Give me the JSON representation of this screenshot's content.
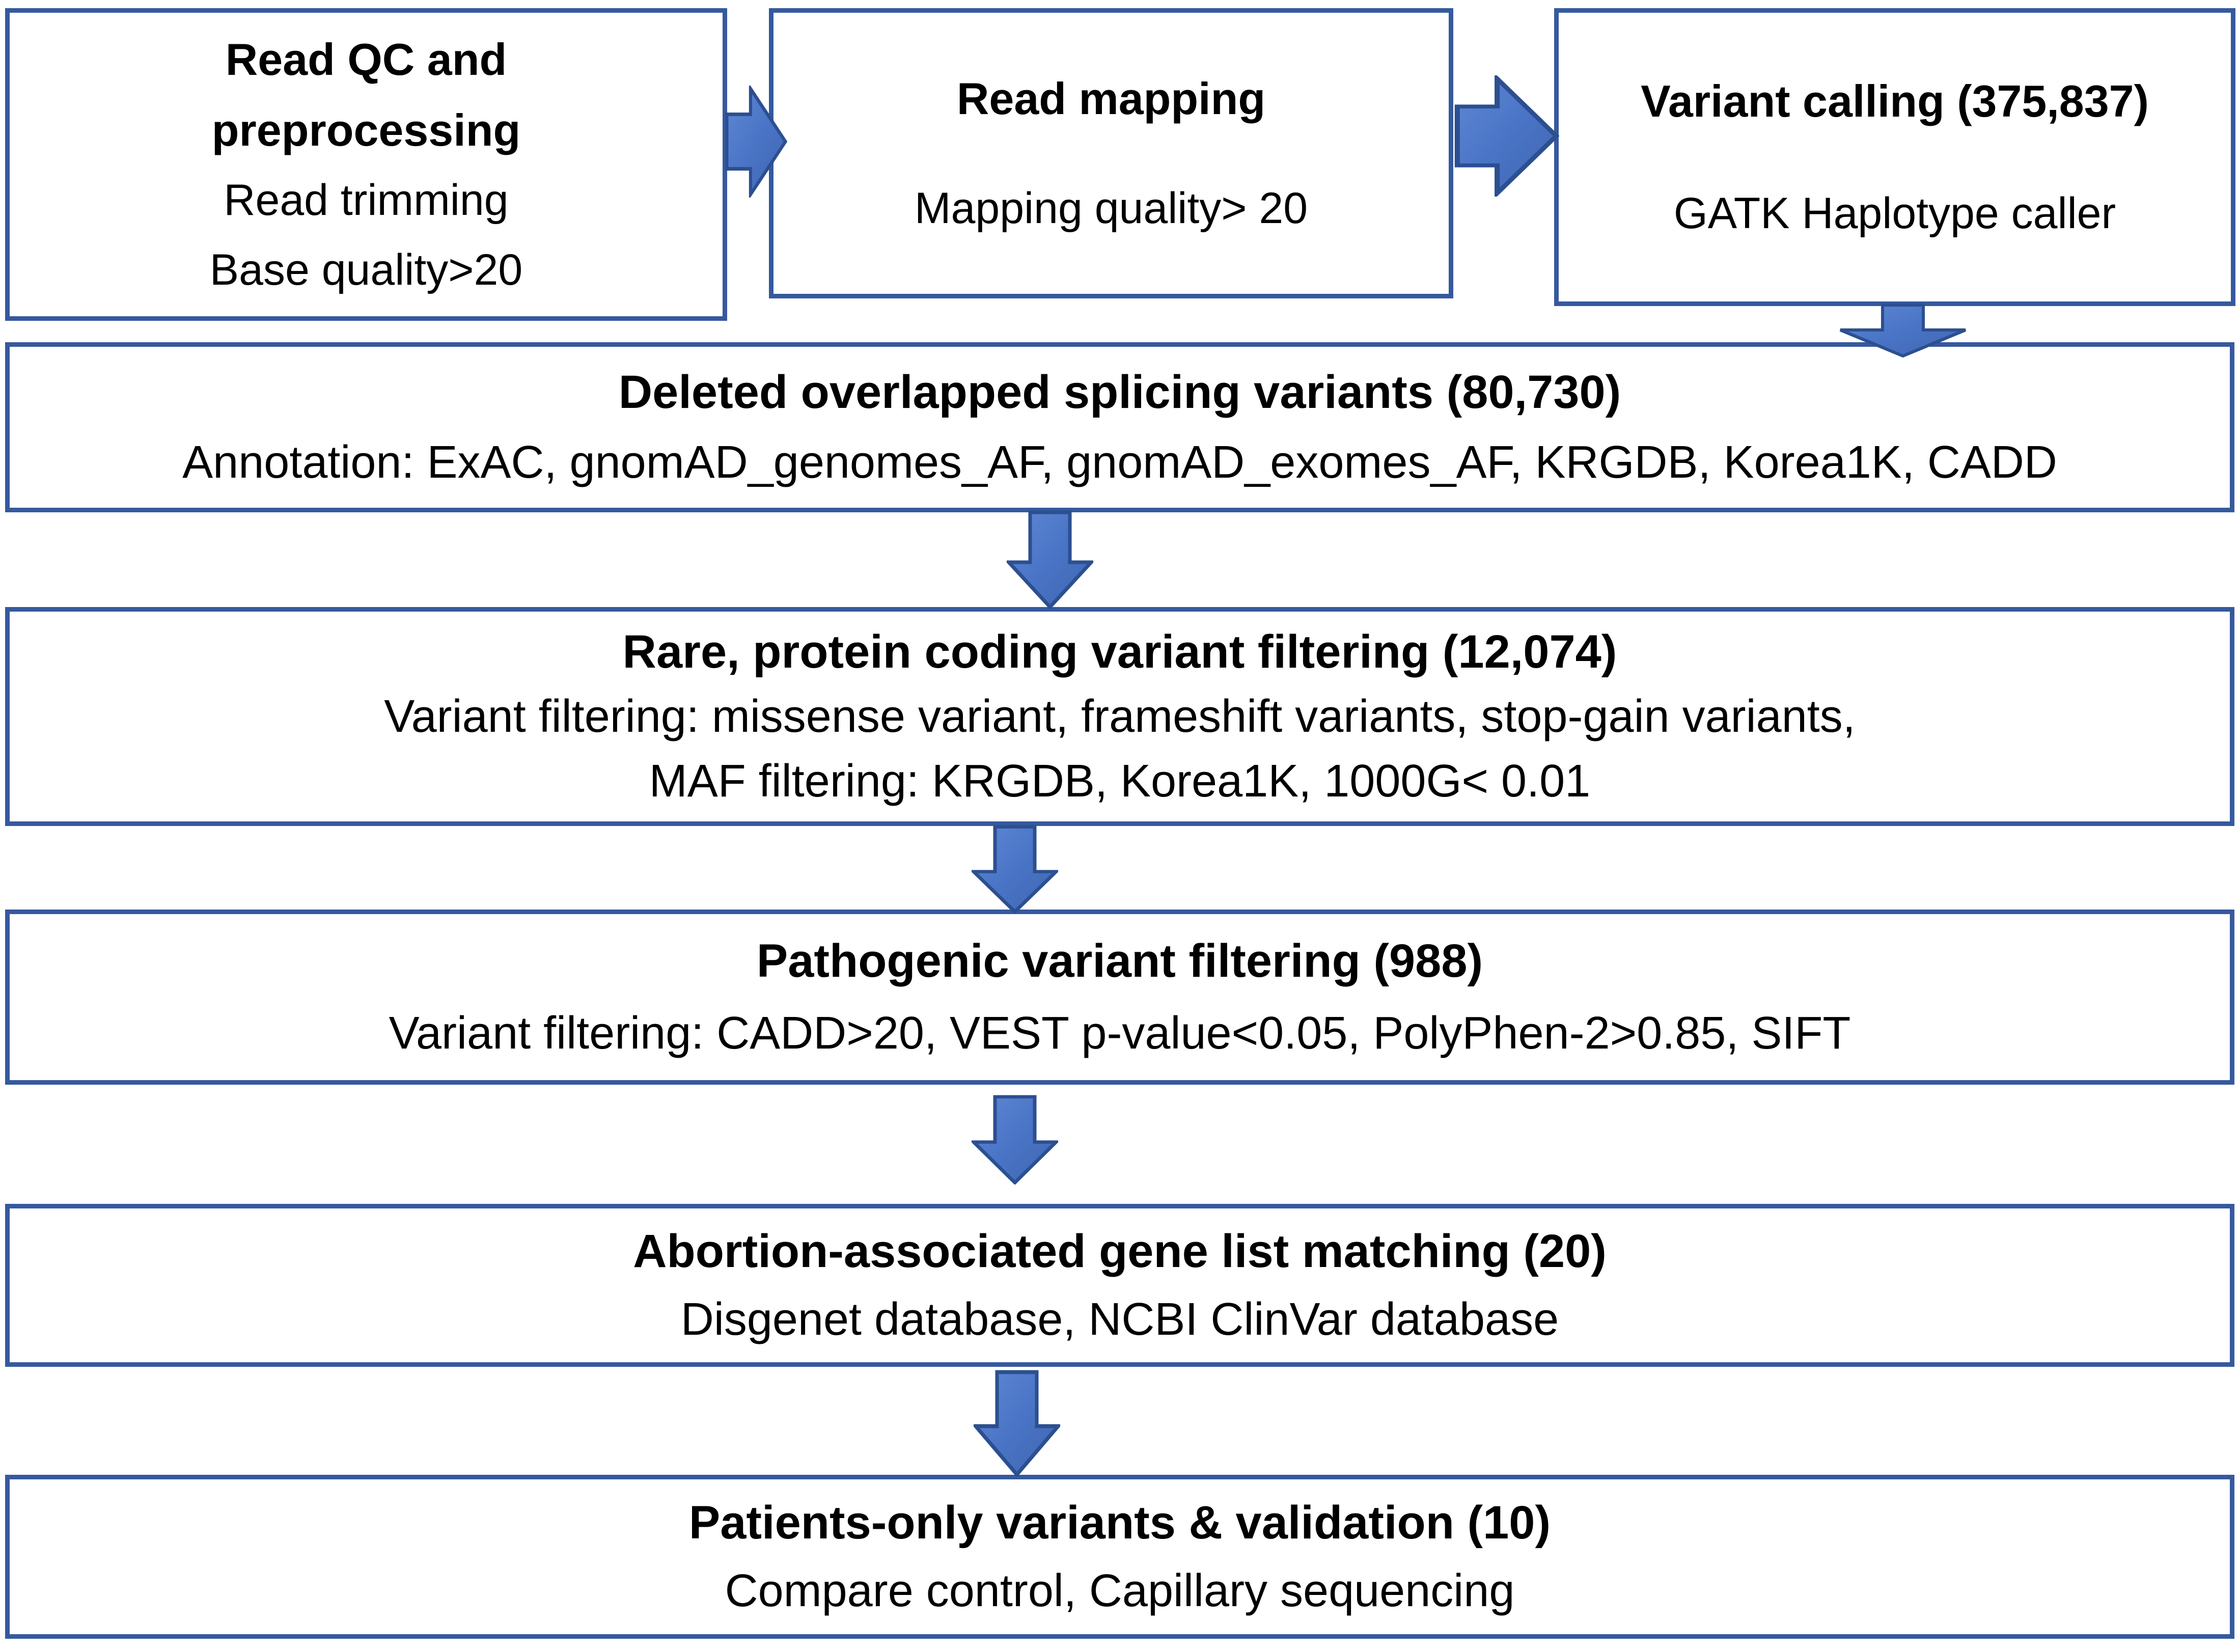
{
  "diagram": {
    "boxes": {
      "read_qc": {
        "title_line1": "Read QC and",
        "title_line2": "preprocessing",
        "body_line1": "Read trimming",
        "body_line2": "Base quality>20"
      },
      "read_mapping": {
        "title": "Read mapping",
        "body": "Mapping quality> 20"
      },
      "variant_calling": {
        "title": "Variant calling (375,837)",
        "body": "GATK Haplotype caller"
      },
      "splicing_variants": {
        "title": "Deleted overlapped splicing variants (80,730)",
        "body": "Annotation: ExAC, gnomAD_genomes_AF, gnomAD_exomes_AF, KRGDB, Korea1K, CADD"
      },
      "rare_filtering": {
        "title": "Rare, protein coding variant filtering (12,074)",
        "body_line1": "Variant filtering: missense variant, frameshift variants, stop-gain variants,",
        "body_line2": "MAF filtering: KRGDB, Korea1K, 1000G< 0.01"
      },
      "pathogenic_filtering": {
        "title": "Pathogenic variant filtering (988)",
        "body": "Variant filtering: CADD>20, VEST p-value<0.05, PolyPhen-2>0.85, SIFT"
      },
      "gene_list_matching": {
        "title": "Abortion-associated gene list matching (20)",
        "body": "Disgenet database, NCBI ClinVar database"
      },
      "patients_only": {
        "title": "Patients-only variants & validation (10)",
        "body": "Compare control, Capillary sequencing"
      }
    },
    "colors": {
      "box_border": "#36599E",
      "arrow_fill": "#4A74C6",
      "arrow_fill_light": "#5F88D4",
      "arrow_fill_dark": "#3E66AF",
      "arrow_outline": "#2C4F90",
      "text": "#000000",
      "background": "#FFFFFF"
    }
  }
}
